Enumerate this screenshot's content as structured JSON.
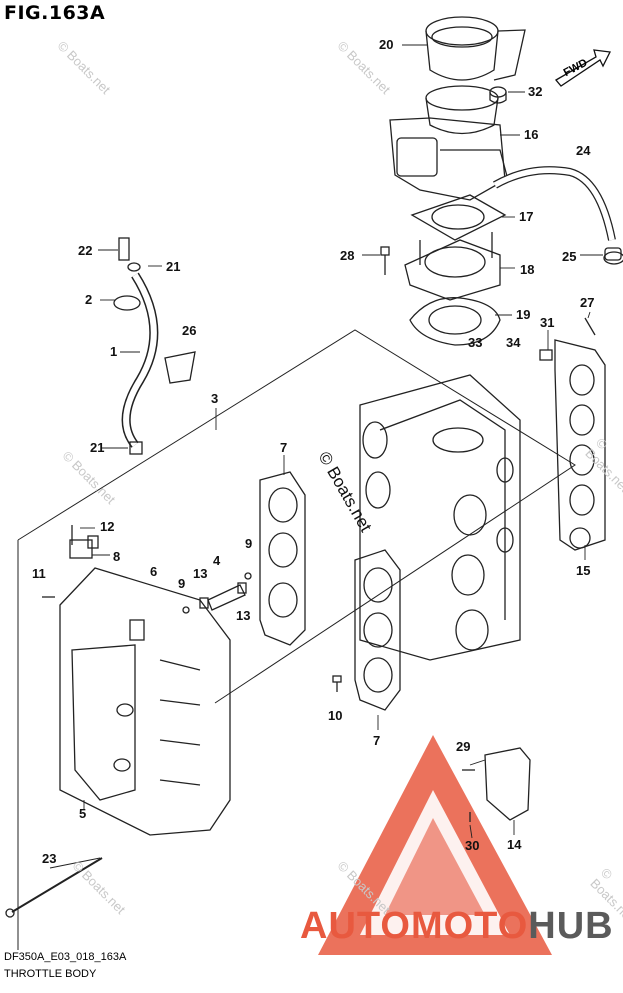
{
  "figure": {
    "title": "FIG.163A",
    "code": "DF350A_E03_018_163A",
    "subtitle": "THROTTLE BODY"
  },
  "fwd_label": "FWD",
  "watermark": {
    "text": "© Boats.net",
    "brand_part1": "AUTOMOTO",
    "brand_part2": "HUB"
  },
  "colors": {
    "line": "#222222",
    "brand_red": "#e8593f",
    "brand_gray": "#5b5b5b",
    "watermark": "#c8c8c8"
  },
  "callouts": [
    "20",
    "32",
    "16",
    "24",
    "17",
    "22",
    "21",
    "28",
    "25",
    "18",
    "2",
    "19",
    "27",
    "26",
    "1",
    "33",
    "34",
    "31",
    "3",
    "21",
    "7",
    "12",
    "9",
    "8",
    "6",
    "4",
    "11",
    "9",
    "13",
    "13",
    "15",
    "10",
    "7",
    "29",
    "5",
    "14",
    "23",
    "30"
  ]
}
